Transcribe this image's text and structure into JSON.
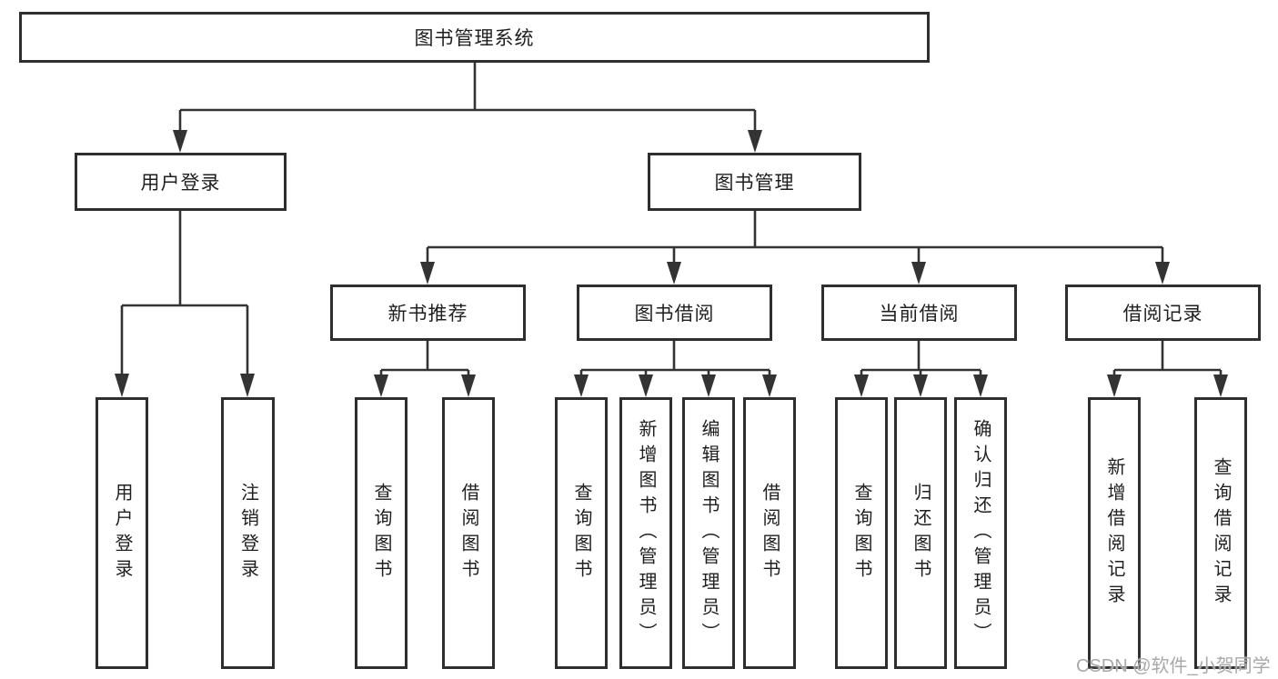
{
  "diagram_title": "图书管理系统",
  "nodes": {
    "root": "图书管理系统",
    "level2": {
      "user_login": "用户登录",
      "book_management": "图书管理"
    },
    "level3": {
      "new_books": "新书推荐",
      "borrowing": "图书借阅",
      "current_borrow": "当前借阅",
      "borrow_records": "借阅记录"
    },
    "leaves": {
      "user_login": [
        "用户登录",
        "注销登录"
      ],
      "new_books": [
        "查询图书",
        "借阅图书"
      ],
      "borrowing": [
        "查询图书",
        "新增图书（管理员）",
        "编辑图书（管理员）",
        "借阅图书"
      ],
      "current_borrow": [
        "查询图书",
        "归还图书",
        "确认归还（管理员）"
      ],
      "borrow_records": [
        "新增借阅记录",
        "查询借阅记录"
      ]
    }
  },
  "hierarchy": {
    "图书管理系统": [
      "用户登录",
      "图书管理"
    ],
    "用户登录": [
      "用户登录",
      "注销登录"
    ],
    "图书管理": [
      "新书推荐",
      "图书借阅",
      "当前借阅",
      "借阅记录"
    ],
    "新书推荐": [
      "查询图书",
      "借阅图书"
    ],
    "图书借阅": [
      "查询图书",
      "新增图书（管理员）",
      "编辑图书（管理员）",
      "借阅图书"
    ],
    "当前借阅": [
      "查询图书",
      "归还图书",
      "确认归还（管理员）"
    ],
    "借阅记录": [
      "新增借阅记录",
      "查询借阅记录"
    ]
  },
  "watermark": "CSDN @软件_小贺同学",
  "colors": {
    "border": "#2e2e2e",
    "line": "#333333",
    "text": "#1f1f1f",
    "watermark": "#a9a9a9",
    "background": "#ffffff"
  }
}
